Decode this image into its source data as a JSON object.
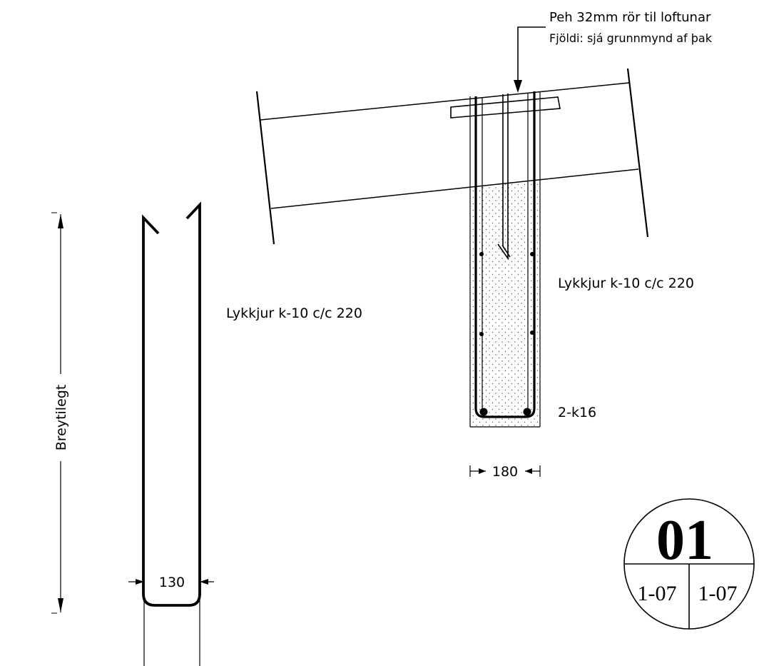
{
  "annotations": {
    "pipe_note_line1": "Peh 32mm rör til loftunar",
    "pipe_note_line2": "Fjöldi: sjá grunnmynd af þak",
    "stirrups_left": "Lykkjur k-10 c/c 220",
    "stirrups_right": "Lykkjur k-10 c/c 220",
    "bottom_bars": "2-k16",
    "width_right": "180",
    "width_left": "130",
    "height_label": "Breytilegt"
  },
  "detail_marker": {
    "number": "01",
    "ref_left": "1-07",
    "ref_right": "1-07"
  }
}
